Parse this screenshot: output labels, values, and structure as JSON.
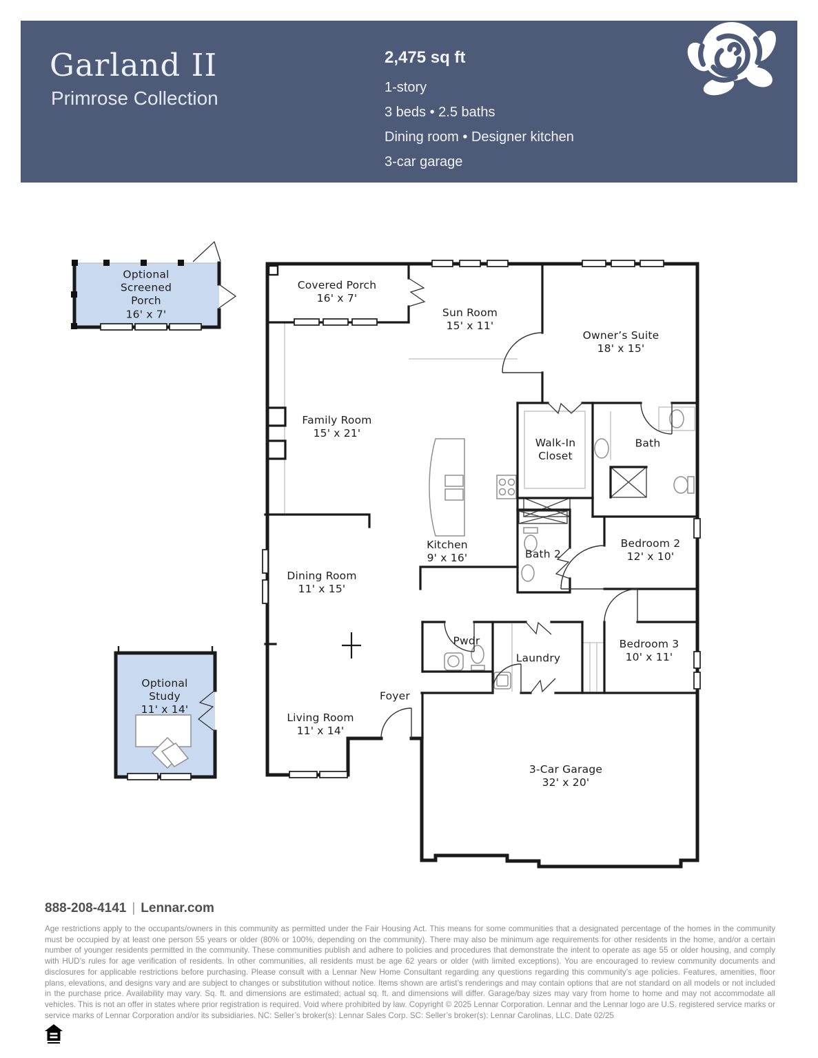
{
  "header": {
    "title": "Garland II",
    "subtitle": "Primrose Collection",
    "sqft": "2,475 sq ft",
    "specs": [
      "1-story",
      "3 beds • 2.5 baths",
      "Dining room • Designer kitchen",
      "3-car garage"
    ],
    "logo": "rose-icon",
    "bg_color": "#4d5b78"
  },
  "plan": {
    "optional_room_fill": "#c9daf0",
    "wall_color": "#1a1a1a",
    "rooms": [
      {
        "id": "covered-porch",
        "name": "Covered Porch",
        "dims": "16' x 7'"
      },
      {
        "id": "sun-room",
        "name": "Sun Room",
        "dims": "15' x 11'"
      },
      {
        "id": "owners-suite",
        "name": "Owner’s Suite",
        "dims": "18' x 15'"
      },
      {
        "id": "optional-screened-porch",
        "name": "Optional Screened Porch",
        "dims": "16' x 7'"
      },
      {
        "id": "family-room",
        "name": "Family Room",
        "dims": "15' x 21'"
      },
      {
        "id": "walk-in-closet",
        "name": "Walk-In Closet",
        "dims": ""
      },
      {
        "id": "bath",
        "name": "Bath",
        "dims": ""
      },
      {
        "id": "kitchen",
        "name": "Kitchen",
        "dims": "9' x 16'"
      },
      {
        "id": "bath-2",
        "name": "Bath 2",
        "dims": ""
      },
      {
        "id": "bedroom-2",
        "name": "Bedroom 2",
        "dims": "12' x 10'"
      },
      {
        "id": "dining-room",
        "name": "Dining Room",
        "dims": "11' x 15'"
      },
      {
        "id": "pwdr",
        "name": "Pwdr",
        "dims": ""
      },
      {
        "id": "laundry",
        "name": "Laundry",
        "dims": ""
      },
      {
        "id": "bedroom-3",
        "name": "Bedroom 3",
        "dims": "10' x 11'"
      },
      {
        "id": "optional-study",
        "name": "Optional Study",
        "dims": "11' x 14'"
      },
      {
        "id": "foyer",
        "name": "Foyer",
        "dims": ""
      },
      {
        "id": "living-room",
        "name": "Living Room",
        "dims": "11' x 14'"
      },
      {
        "id": "garage",
        "name": "3-Car Garage",
        "dims": "32' x 20'"
      }
    ]
  },
  "footer": {
    "phone": "888-208-4141",
    "separator": "|",
    "website": "Lennar.com",
    "equal_housing": "equal-housing-logo",
    "legal": "Age restrictions apply to the occupants/owners in this community as permitted under the Fair Housing Act. This means for some communities that a designated percentage of the homes in the community must be occupied by at least one person 55 years or older (80% or 100%, depending on the community). There may also be minimum age requirements for other residents in the home, and/or a certain number of younger residents permitted in the community. These communities publish and adhere to policies and procedures that demonstrate the intent to operate as age 55 or older housing, and comply with HUD’s rules for age verification of residents. In other communities, all residents must be age 62 years or older (with limited exceptions). You are encouraged to review community documents and disclosures for applicable restrictions before purchasing. Please consult with a Lennar New Home Consultant regarding any questions regarding this community’s age policies. Features, amenities, floor plans, elevations, and designs vary and are subject to changes or substitution without notice. Items shown are artist’s renderings and may contain options that are not standard on all models or not included in the purchase price. Availability may vary. Sq. ft. and dimensions are estimated; actual sq. ft. and dimensions will differ. Garage/bay sizes may vary from home to home and may not accommodate all vehicles. This is not an offer in states where prior registration is required. Void where prohibited by law. Copyright © 2025 Lennar Corporation. Lennar and the Lennar logo are U.S. registered service marks or service marks of Lennar Corporation and/or its subsidiaries. NC: Seller’s broker(s): Lennar Sales Corp. SC: Seller’s broker(s): Lennar Carolinas, LLC. Date 02/25"
  }
}
